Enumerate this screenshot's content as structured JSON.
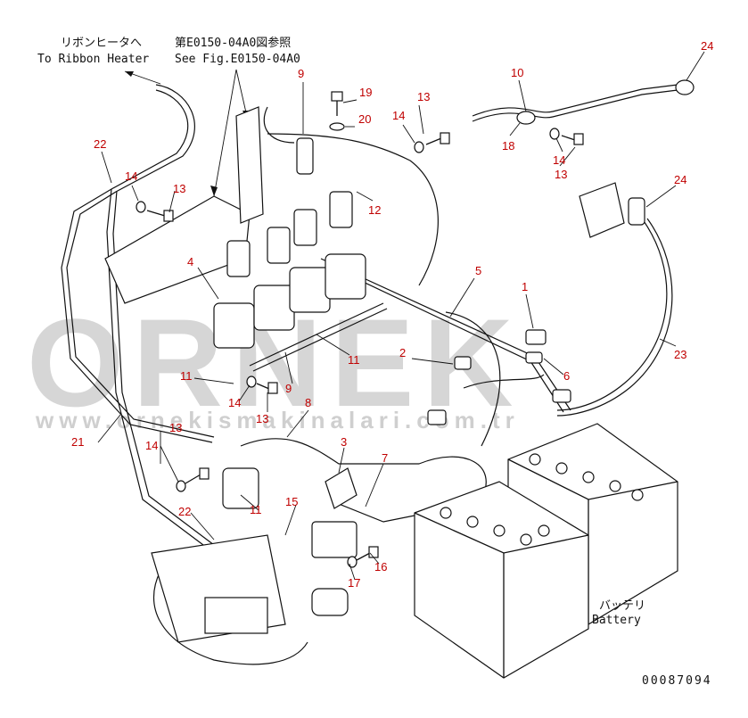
{
  "notes": {
    "ribbon_jp": "リボンヒータへ",
    "ribbon_en": "To Ribbon Heater",
    "fig_jp": "第E0150-04A0図参照",
    "fig_en": "See Fig.E0150-04A0",
    "battery_jp": "バッテリ",
    "battery_en": "Battery",
    "drawing_no": "00087094"
  },
  "watermark": {
    "brand": "ORNEK",
    "url": "www.ornekismakinalari.com.tr"
  },
  "callouts": [
    "24",
    "10",
    "9",
    "19",
    "13",
    "20",
    "14",
    "18",
    "14",
    "13",
    "22",
    "14",
    "13",
    "12",
    "24",
    "4",
    "5",
    "1",
    "23",
    "2",
    "6",
    "11",
    "9",
    "11",
    "14",
    "13",
    "8",
    "21",
    "13",
    "14",
    "3",
    "7",
    "22",
    "11",
    "15",
    "16",
    "17"
  ],
  "colors": {
    "callout": "#c00000",
    "line": "#111111",
    "watermark": "#d6d6d6"
  }
}
